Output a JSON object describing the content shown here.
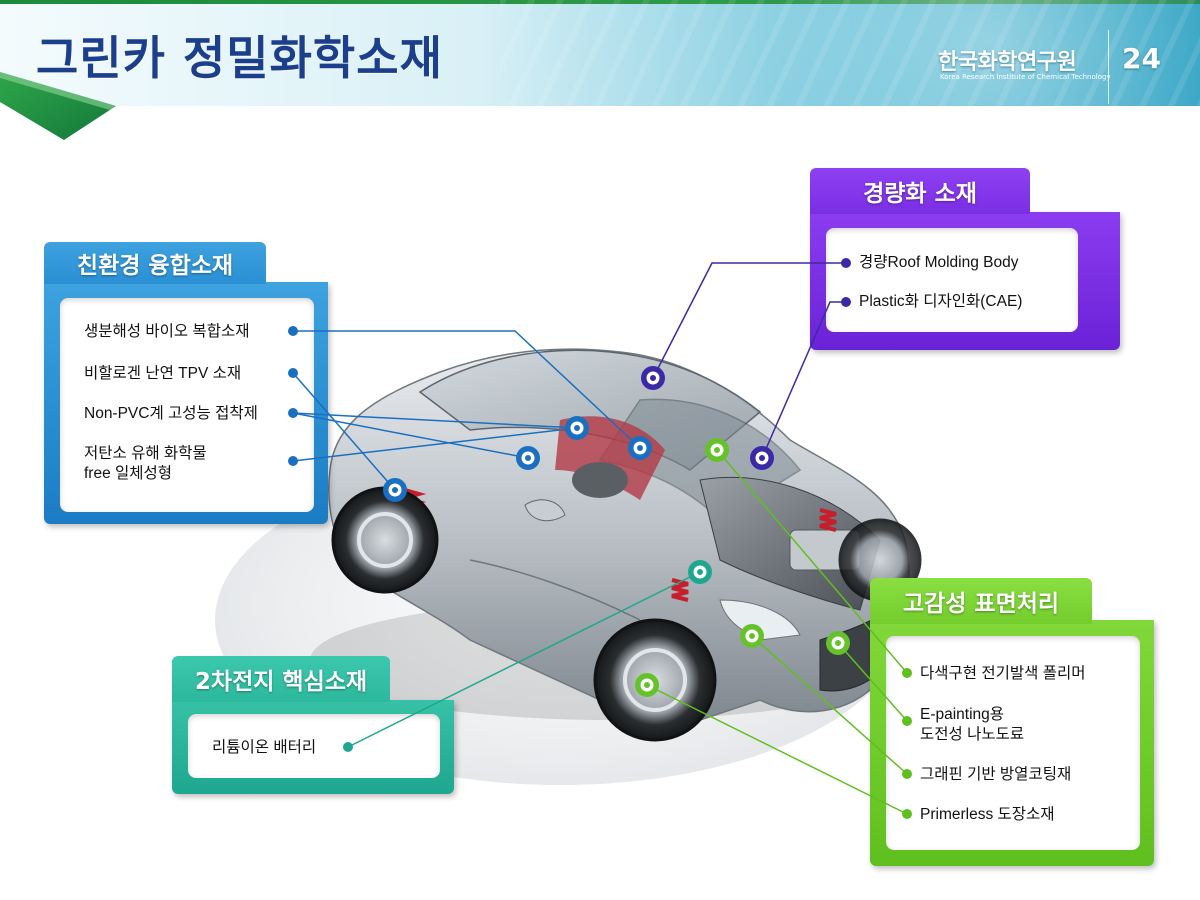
{
  "header": {
    "title": "그린카 정밀화학소재",
    "org_name": "한국화학연구원",
    "org_subtitle": "Korea Research Institute of Chemical Technology",
    "page_number": "24"
  },
  "colors": {
    "title": "#1c3f8c",
    "eco": "#1b7cc4",
    "light": "#6a22d6",
    "battery": "#1ea78e",
    "surface": "#5fbf1f",
    "green_accent": "#2f9a4a"
  },
  "panels": {
    "eco": {
      "title": "친환경 융합소재",
      "items": [
        "생분해성 바이오 복합소재",
        "비할로겐 난연 TPV 소재",
        "Non-PVC계 고성능 접착제",
        "저탄소 유해 화학물",
        "free 일체성형"
      ]
    },
    "light": {
      "title": "경량화 소재",
      "items": [
        "경량Roof Molding Body",
        "Plastic화 디자인화(CAE)"
      ]
    },
    "battery": {
      "title": "2차전지 핵심소재",
      "items": [
        "리튬이온 배터리"
      ]
    },
    "surface": {
      "title": "고감성 표면처리",
      "items": [
        "다색구현 전기발색 폴리머",
        "E-painting용",
        "도전성 나노도료",
        "그래핀 기반 방열코팅재",
        "Primerless 도장소재"
      ]
    }
  },
  "icons": {
    "marker": "target-ring-icon",
    "car": "car-cutaway-illustration"
  }
}
